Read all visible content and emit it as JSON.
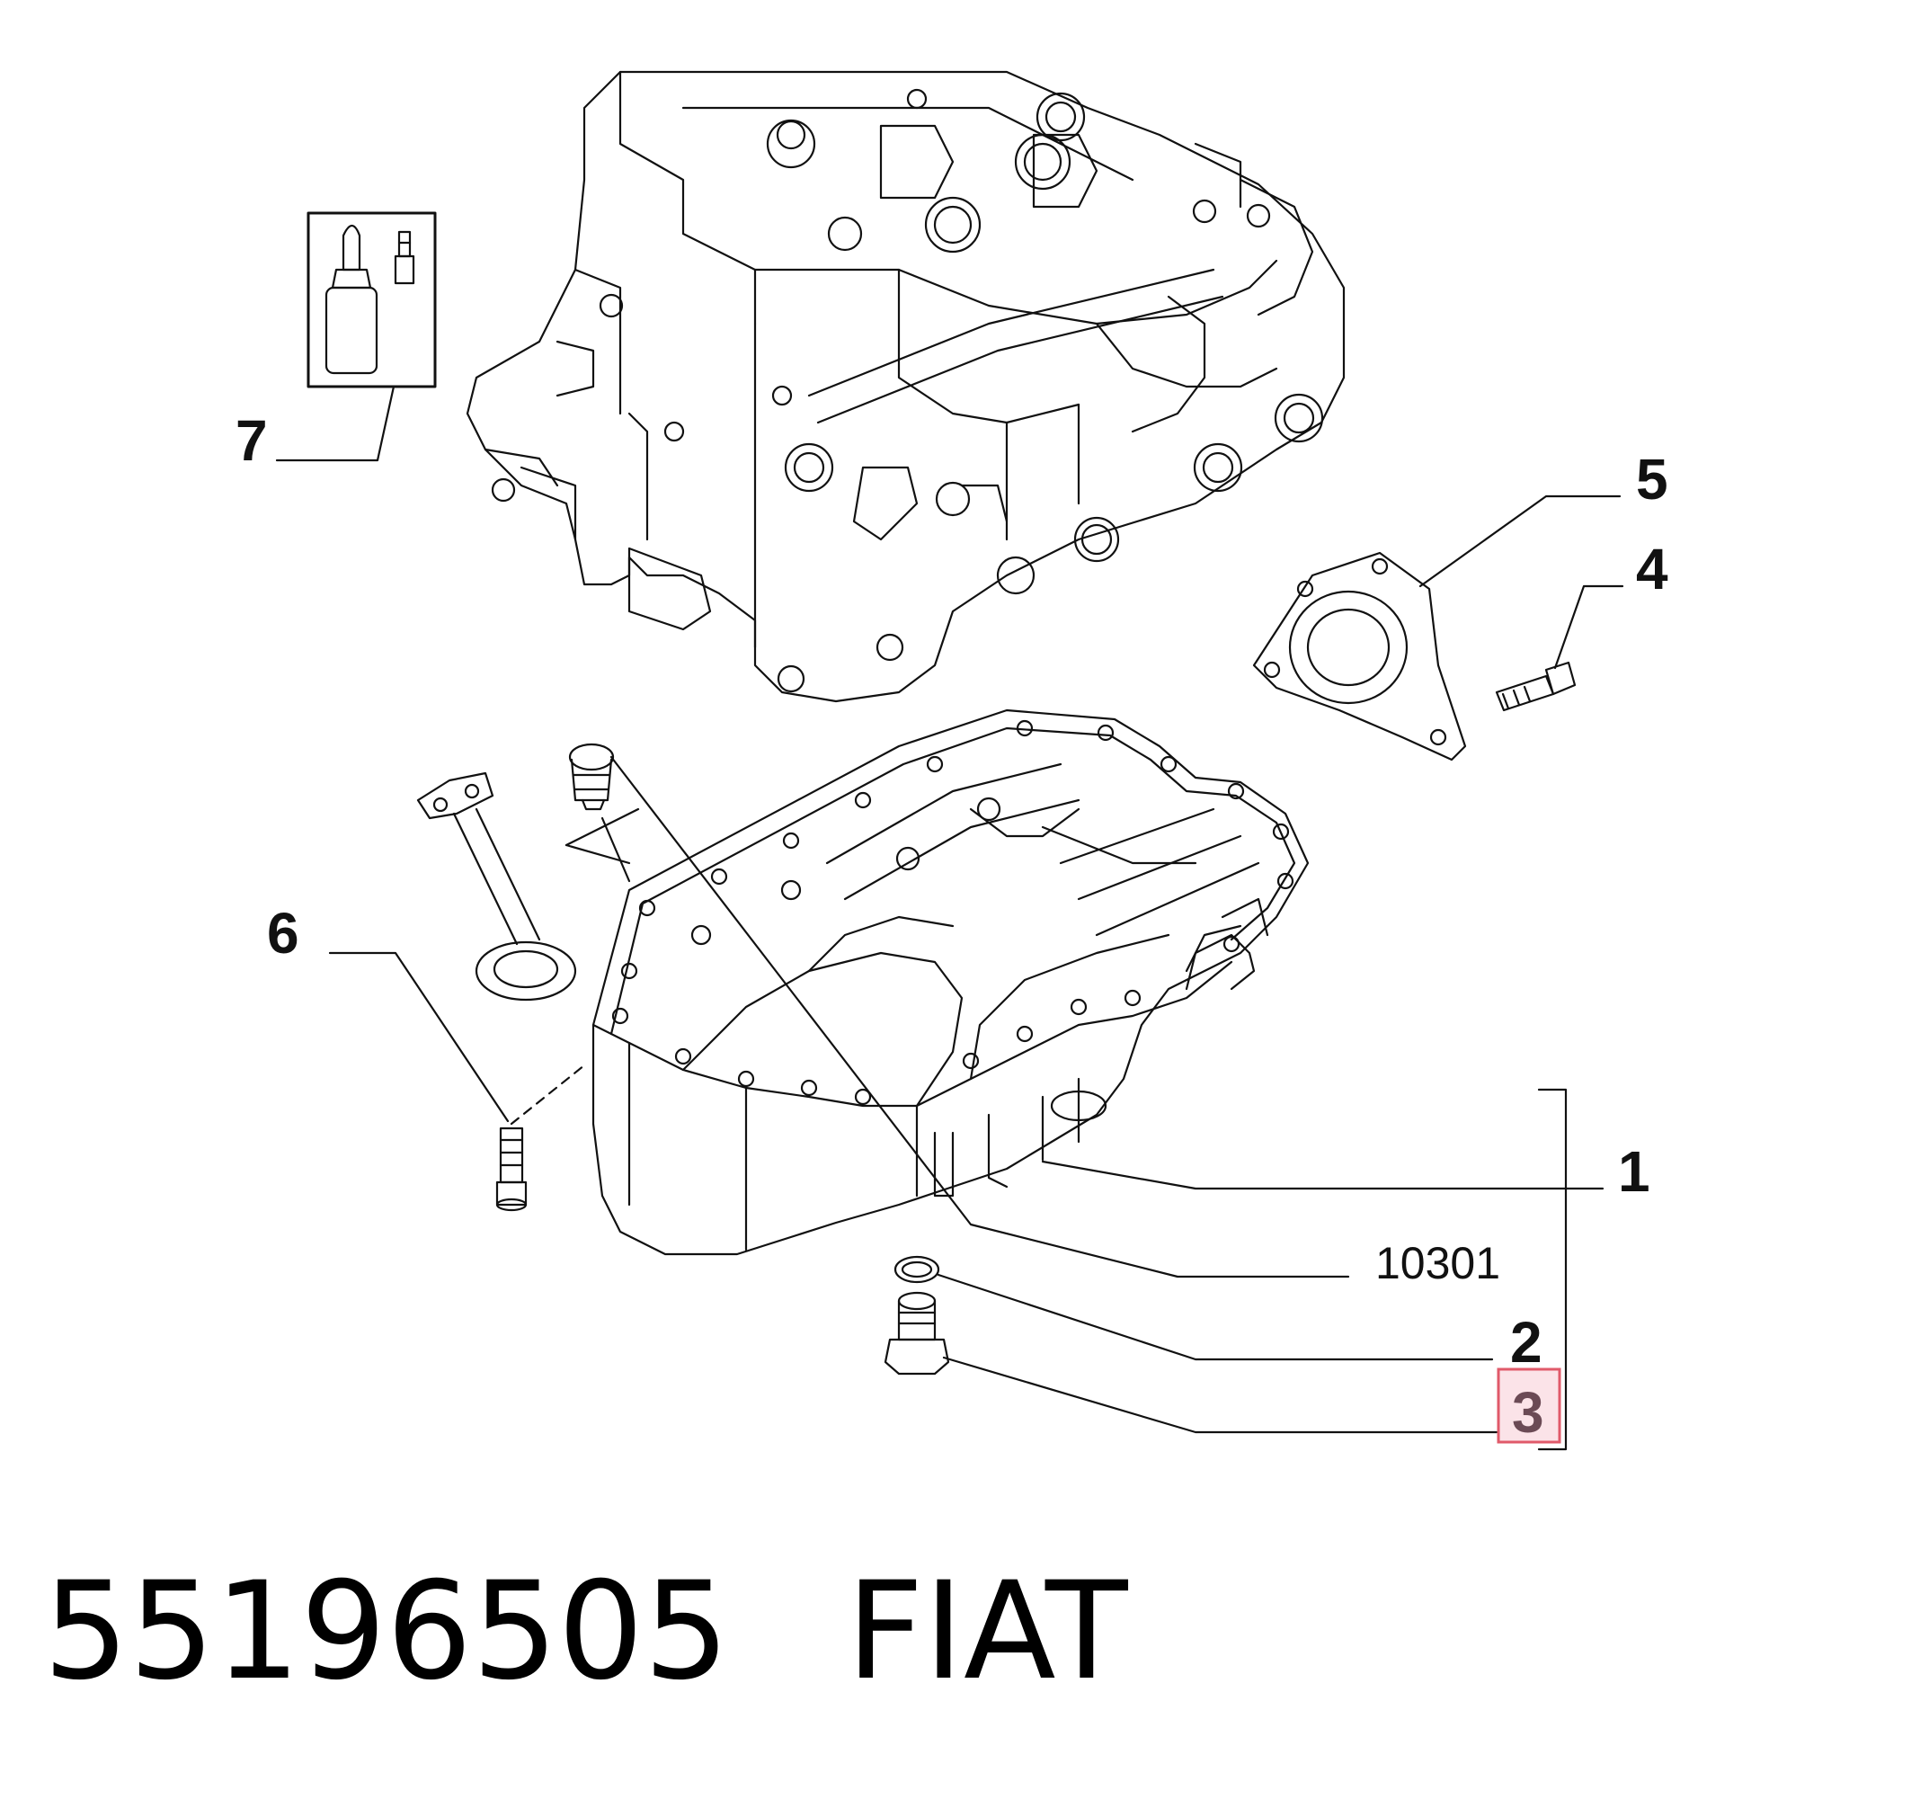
{
  "callouts": {
    "c1": "1",
    "c2": "2",
    "c3": "3",
    "c4": "4",
    "c5": "5",
    "c6": "6",
    "c7": "7"
  },
  "reference_group": "10301",
  "highlighted_callout": "3",
  "colors": {
    "line": "#111111",
    "highlight_border": "#e05a6a",
    "highlight_fill": "#fbe3e8",
    "highlight_text": "#6b4a55"
  },
  "footer": {
    "part_number": "55196505",
    "brand": "FIAT"
  }
}
